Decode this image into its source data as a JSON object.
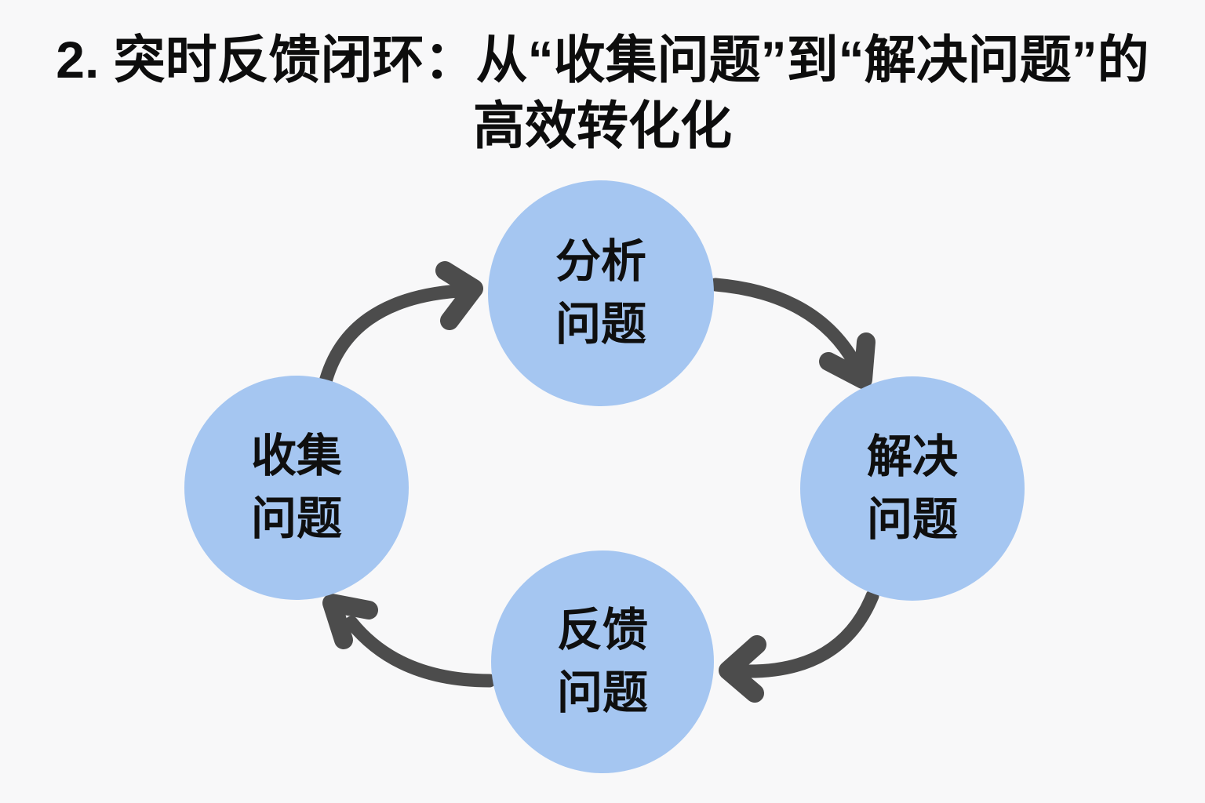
{
  "title": {
    "line1": "2. 突时反馈闭环：从“收集问题”到“解决问题”的",
    "line2": "高效转化化"
  },
  "cycle": {
    "nodes": [
      {
        "id": "analyze",
        "line1": "分析",
        "line2": "问题",
        "position": "top"
      },
      {
        "id": "solve",
        "line1": "解决",
        "line2": "问题",
        "position": "right"
      },
      {
        "id": "feedback",
        "line1": "反馈",
        "line2": "问题",
        "position": "bottom"
      },
      {
        "id": "collect",
        "line1": "收集",
        "line2": "问题",
        "position": "left"
      }
    ],
    "edges": [
      {
        "from": "收集问题",
        "to": "分析问题"
      },
      {
        "from": "分析问题",
        "to": "解决问题"
      },
      {
        "from": "解决问题",
        "to": "反馈问题"
      },
      {
        "from": "反馈问题",
        "to": "收集问题"
      }
    ],
    "direction": "clockwise"
  },
  "colors": {
    "background": "#f8f8f9",
    "circle_fill": "#a5c6f1",
    "arrow": "#4c4c4c",
    "text": "#0f0f0f"
  }
}
